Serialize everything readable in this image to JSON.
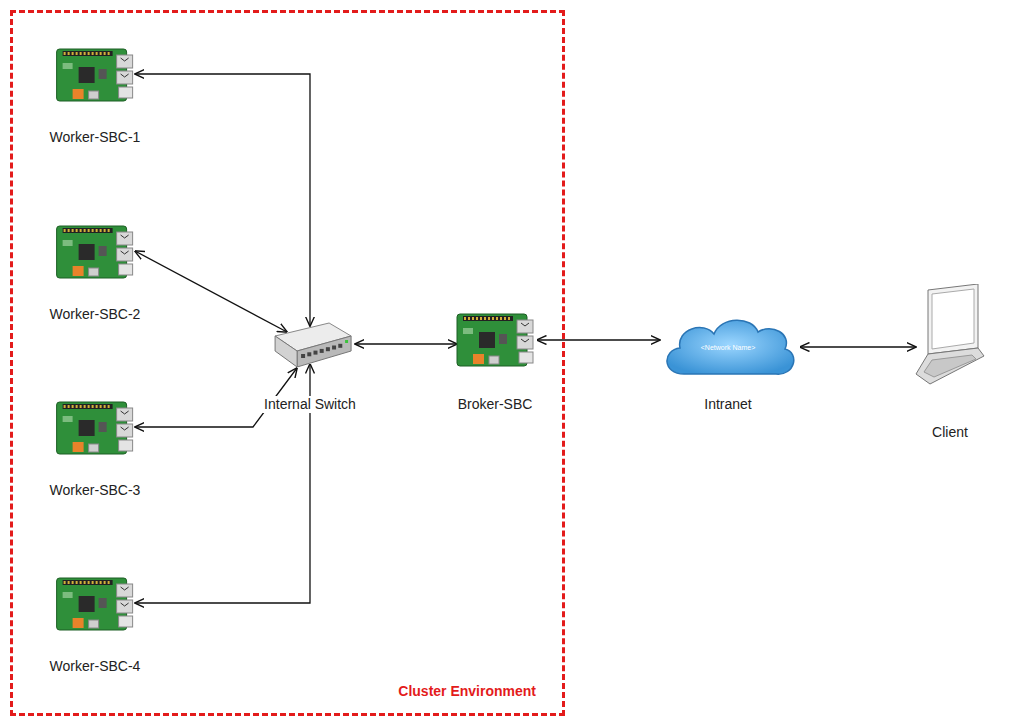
{
  "diagram": {
    "nodes": [
      {
        "text": [
          "Cluster Environment"
        ]
      },
      {
        "text": [
          "Worker-SBC-1"
        ],
        "in": 0
      },
      {
        "text": [
          "Worker-SBC-2"
        ],
        "in": 0
      },
      {
        "text": [
          "Worker-SBC-3"
        ],
        "in": 0
      },
      {
        "text": [
          "Worker-SBC-4"
        ],
        "in": 0
      },
      {
        "text": [
          "Internal Switch"
        ],
        "in": 0
      },
      {
        "text": [
          "Broker-SBC"
        ],
        "in": 0
      },
      {
        "text": [
          "<Network Name>",
          "Intranet"
        ]
      },
      {
        "text": [
          "Client"
        ]
      }
    ],
    "edges": [
      {
        "from": 1,
        "to": 5,
        "arrow": "both"
      },
      {
        "from": 2,
        "to": 5,
        "arrow": "both"
      },
      {
        "from": 3,
        "to": 5,
        "arrow": "both"
      },
      {
        "from": 4,
        "to": 5,
        "arrow": "both"
      },
      {
        "from": 5,
        "to": 6,
        "arrow": "both"
      },
      {
        "from": 6,
        "to": 7,
        "arrow": "both"
      },
      {
        "from": 7,
        "to": 8,
        "arrow": "both"
      }
    ]
  }
}
